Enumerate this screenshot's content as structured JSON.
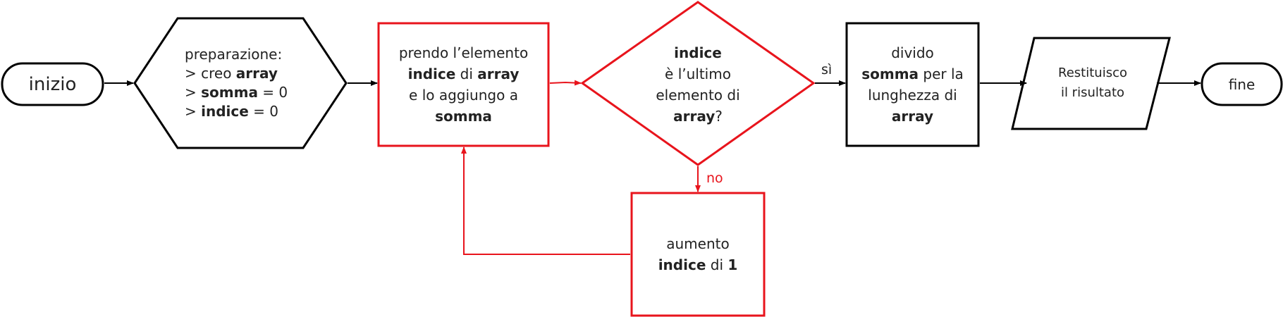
{
  "colors": {
    "normal": "#000000",
    "loop": "#e8141c"
  },
  "nodes": {
    "inizio": {
      "label": "inizio"
    },
    "prep": {
      "l1": "preparazione:",
      "l2a": "> creo ",
      "l2b": "array",
      "l3a": "> ",
      "l3b": "somma",
      "l3c": " = 0",
      "l4a": "> ",
      "l4b": "indice",
      "l4c": " = 0"
    },
    "prendo": {
      "l1": "prendo l’elemento",
      "l2a": "indice",
      "l2b": " di ",
      "l2c": "array",
      "l3": "e lo aggiungo a",
      "l4": "somma"
    },
    "decision": {
      "l1": "indice",
      "l2": "è l’ultimo",
      "l3": "elemento di",
      "l4a": "array",
      "l4b": "?"
    },
    "divido": {
      "l1": "divido",
      "l2a": "somma",
      "l2b": " per la",
      "l3": "lunghezza di",
      "l4": "array"
    },
    "restituisco": {
      "l1": "Restituisco",
      "l2": "il risultato"
    },
    "fine": {
      "label": "fine"
    },
    "aumento": {
      "l1": "aumento",
      "l2a": "indice",
      "l2b": " di ",
      "l2c": "1"
    }
  },
  "edges": {
    "si_label": "sì",
    "no_label": "no"
  }
}
